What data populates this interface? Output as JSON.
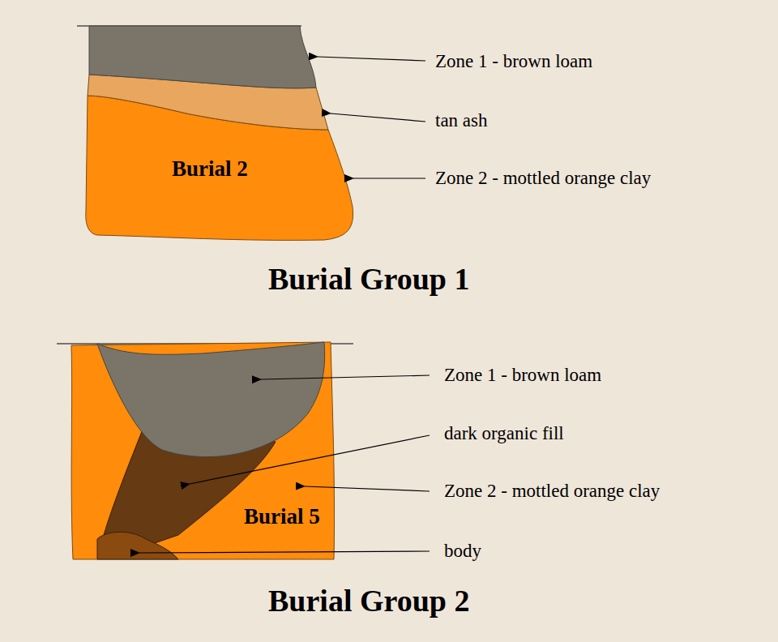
{
  "diagram": {
    "nodes": [
      {
        "text": [
          "Burial 2"
        ]
      },
      {
        "text": [
          "Burial 5"
        ]
      }
    ],
    "labels": [
      "Zone 1 - brown loam",
      "tan ash",
      "Zone 2 - mottled orange clay",
      "Burial Group 1",
      "Zone 1 - brown loam",
      "dark organic fill",
      "Zone 2 - mottled orange clay",
      "body",
      "Burial Group 2"
    ]
  }
}
